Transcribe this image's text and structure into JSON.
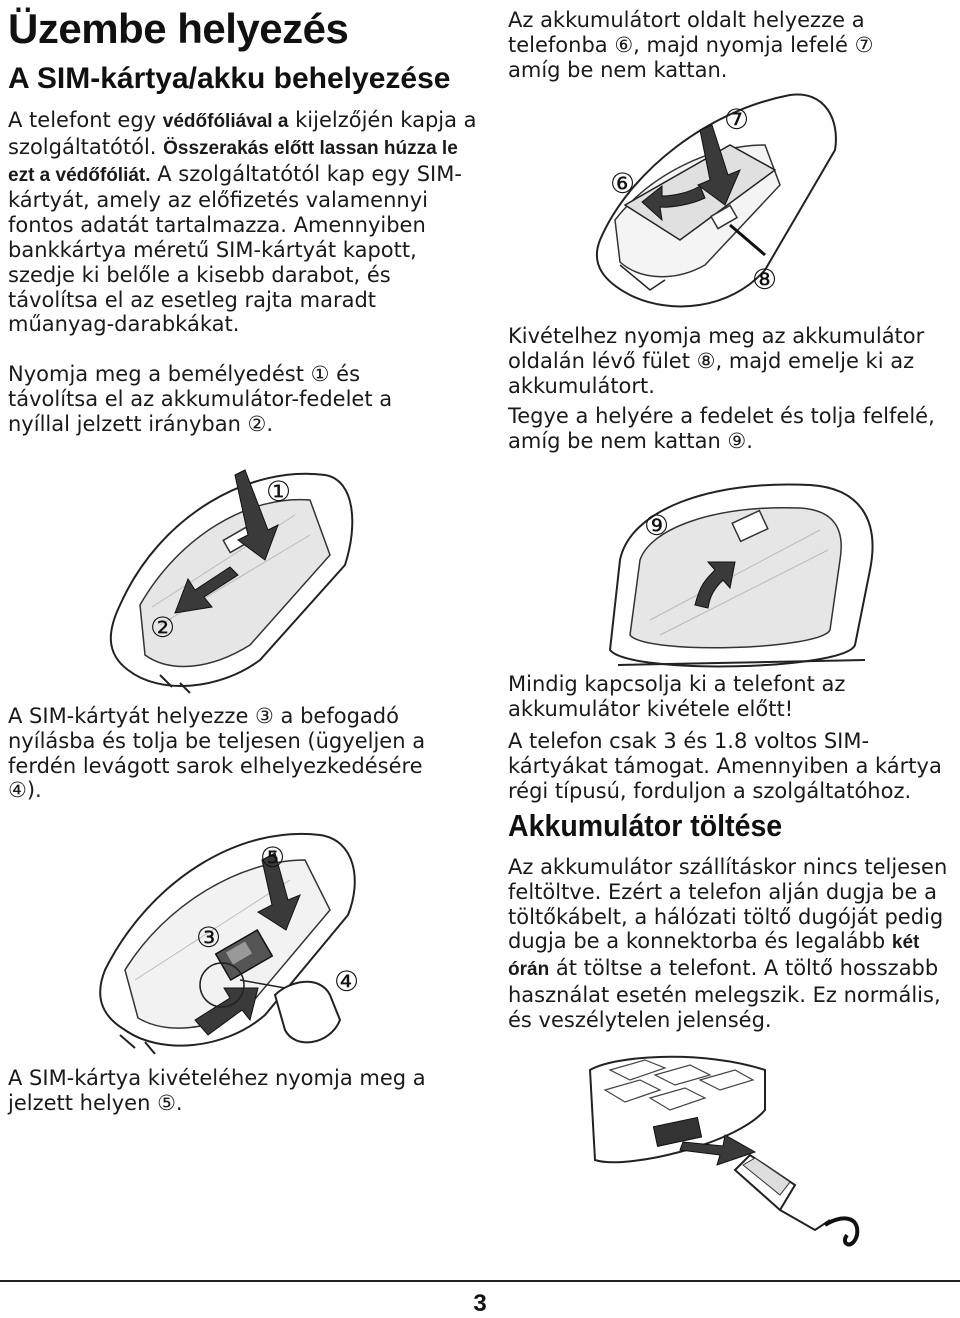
{
  "page": {
    "title": "Üzembe helyezés",
    "section1_title": "A SIM-kártya/akku behelyezése",
    "section2_title": "Akkumulátor töltése",
    "page_number": "3"
  },
  "left": {
    "p1": {
      "t1": "A telefont egy ",
      "b1": "védőfóliával a",
      "t2": " kijelzőjén kapja a szolgáltatótól. ",
      "b2": "Összerakás előtt lassan húzza le ezt a védőfóliát.",
      "t3": " A szolgáltatótól kap egy SIM-kártyát, amely az előfizetés valamennyi fontos adatát tartalmazza. Amennyiben bankkártya méretű SIM-kártyát kapott, szedje ki belőle a kisebb darabot, és távolítsa el az esetleg rajta maradt műanyag-darabkákat."
    },
    "p2": "Nyomja meg a bemélyedést ① és távolítsa el az akkumulátor-fedelet a nyíllal jelzett irányban ②.",
    "p3": "A SIM-kártyát helyezze ③ a befogadó nyílásba és tolja be teljesen (ügyeljen a ferdén levágott sarok elhelyezkedésére ④).",
    "p4": "A SIM-kártya kivételéhez nyomja meg a jelzett helyen ⑤."
  },
  "right": {
    "p1": "Az akkumulátort oldalt helyezze a telefonba ⑥, majd nyomja lefelé ⑦ amíg be nem kattan.",
    "p2": "Kivételhez nyomja meg az akkumulátor oldalán lévő fület ⑧, majd emelje ki az akkumulátort.",
    "p3": "Tegye a helyére a fedelet és tolja felfelé, amíg be nem kattan ⑨.",
    "p4": "Mindig kapcsolja ki a telefont az akkumulátor kivétele előtt!",
    "p5": "A telefon csak 3 és 1.8 voltos SIM-kártyákat támogat. Amennyiben a kártya régi típusú, forduljon a szolgáltatóhoz.",
    "p6": {
      "t1": "Az akkumulátor szállításkor nincs teljesen feltöltve. Ezért a telefon alján dugja be a töltőkábelt, a hálózati töltő dugóját pedig dugja be a konnektorba és legalább ",
      "b1": "két órán",
      "t2": " át töltse a telefont. A töltő hosszabb használat esetén melegszik. Ez normális, és veszélytelen jelenség."
    }
  },
  "callouts": {
    "c1": "①",
    "c2": "②",
    "c3": "③",
    "c4": "④",
    "c5": "⑤",
    "c6": "⑥",
    "c7": "⑦",
    "c8": "⑧",
    "c9": "⑨"
  }
}
